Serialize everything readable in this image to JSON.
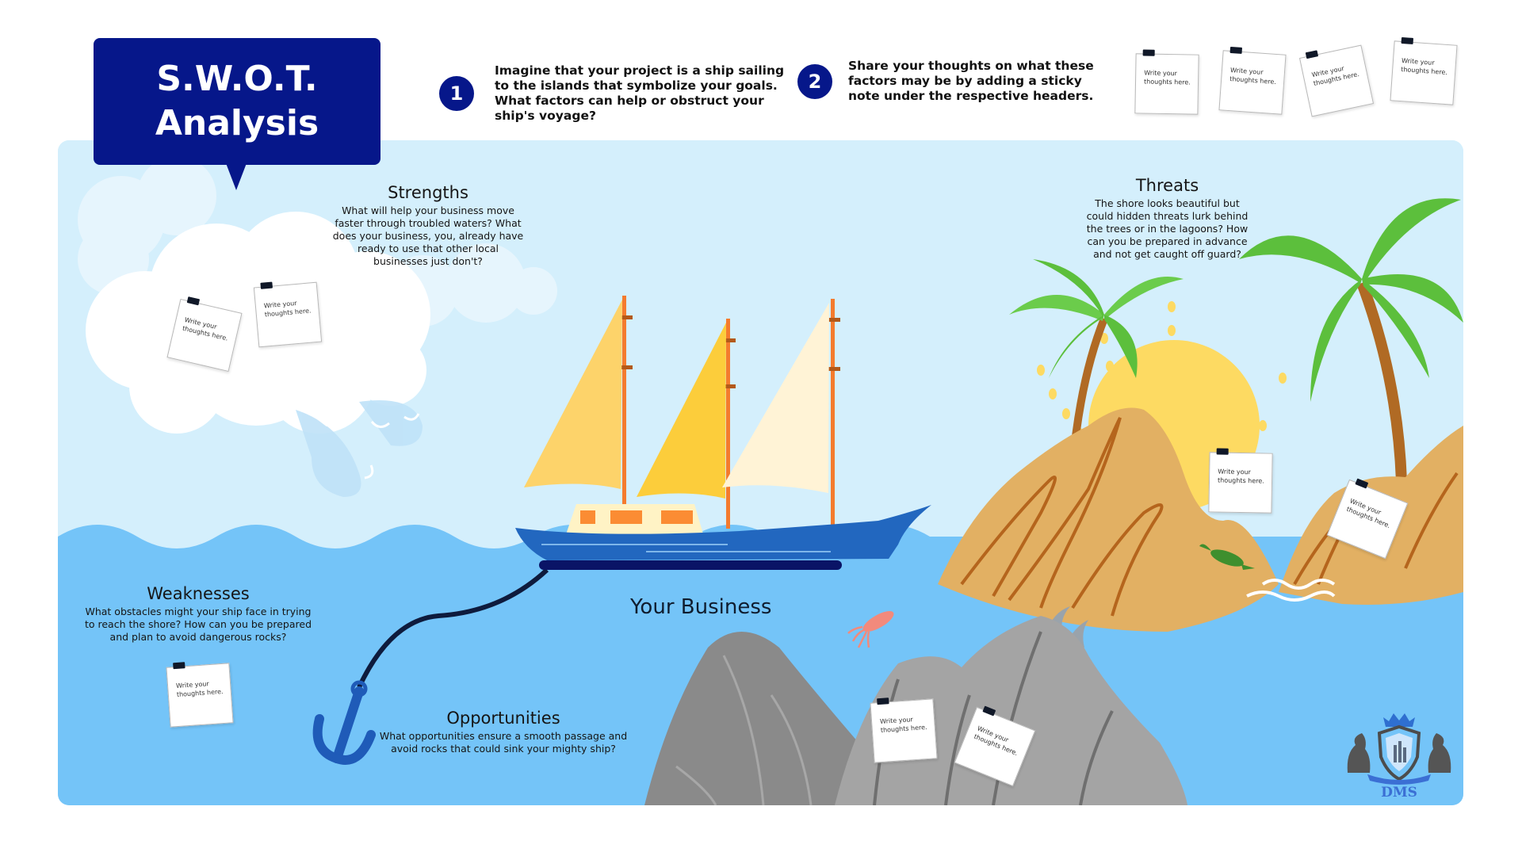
{
  "title": {
    "line1": "S.W.O.T.",
    "line2": "Analysis",
    "color": "#06178a"
  },
  "instructions": [
    {
      "number": "1",
      "text": "Imagine that your project is a ship sailing to the islands that symbolize your goals. What factors can help or obstruct your ship's voyage?"
    },
    {
      "number": "2",
      "text": "Share your thoughts on what these factors may be by adding a sticky note under the respective headers."
    }
  ],
  "sticky_note_text": "Write your thoughts here.",
  "sticky_notes": {
    "palette": [
      "Write your thoughts here.",
      "Write your thoughts here.",
      "Write your thoughts here.",
      "Write your thoughts here."
    ],
    "strengths": [
      "Write your thoughts here.",
      "Write your thoughts here."
    ],
    "weaknesses": [
      "Write your thoughts here."
    ],
    "opportunities": [
      "Write your thoughts here.",
      "Write your thoughts here."
    ],
    "threats": [
      "Write your thoughts here.",
      "Write your thoughts here."
    ]
  },
  "sections": {
    "strengths": {
      "heading": "Strengths",
      "description": "What will help your business move faster through troubled waters? What does your business, you, already have ready to use that other local businesses just don't?"
    },
    "weaknesses": {
      "heading": "Weaknesses",
      "description": "What obstacles might your ship face in trying to reach the shore? How can you be prepared and plan to avoid dangerous rocks?"
    },
    "opportunities": {
      "heading": "Opportunities",
      "description": "What opportunities ensure a smooth passage and avoid rocks that could sink your mighty ship?"
    },
    "threats": {
      "heading": "Threats",
      "description": "The shore looks beautiful but could hidden threats lurk behind the trees or in the lagoons?  How can you be prepared in advance and not get caught off guard?"
    }
  },
  "center_label": "Your Business",
  "logo": {
    "text": "DMS"
  },
  "colors": {
    "sky": "#d4effc",
    "sea": "#74c4f8",
    "hull": "#2267bf",
    "hull_keel": "#0a1466",
    "sand": "#e2b063",
    "rock": "#9b9b9b",
    "sun": "#fdda62",
    "palm": "#5cbf3c"
  }
}
